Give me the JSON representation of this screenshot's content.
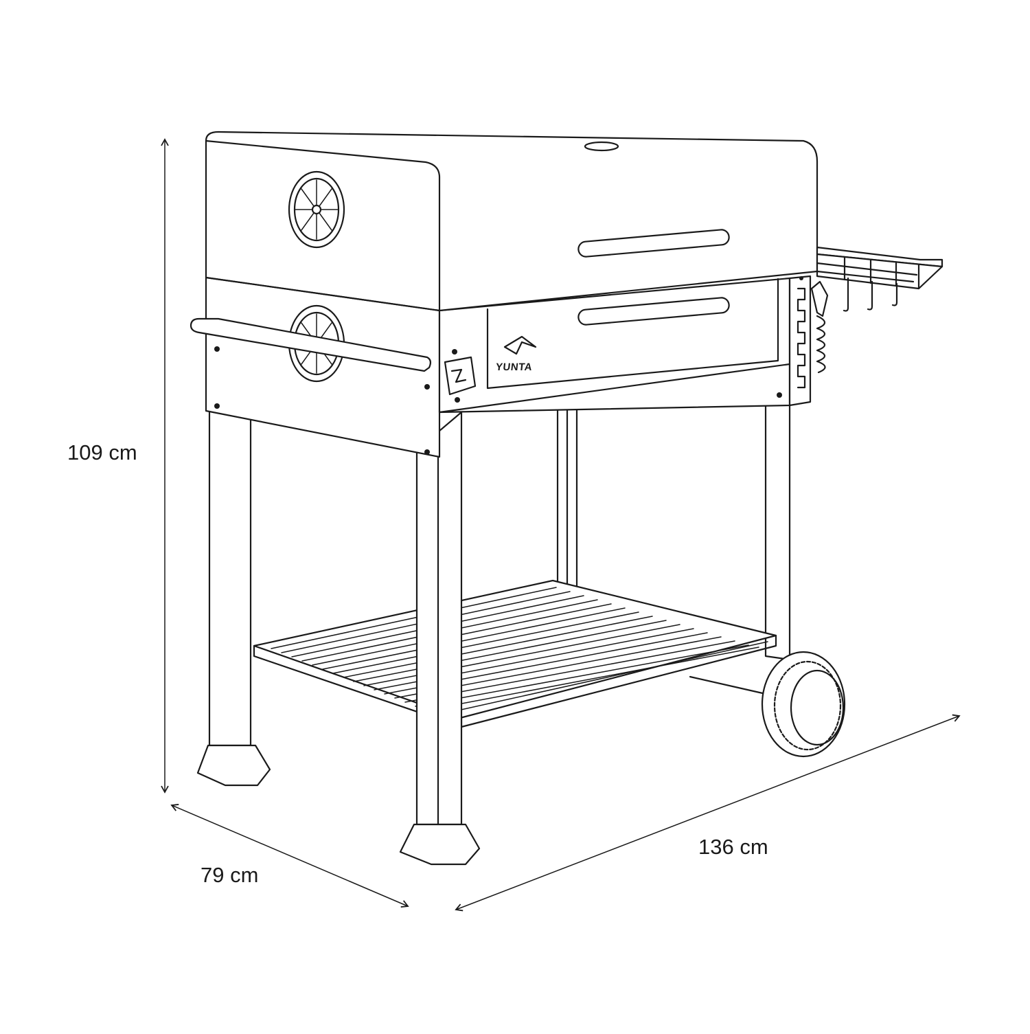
{
  "dimensions": {
    "height": "109 cm",
    "depth": "79 cm",
    "width": "136 cm"
  },
  "brand": {
    "name": "YUNTA"
  },
  "colors": {
    "line": "#1a1a1a",
    "background": "#ffffff"
  }
}
